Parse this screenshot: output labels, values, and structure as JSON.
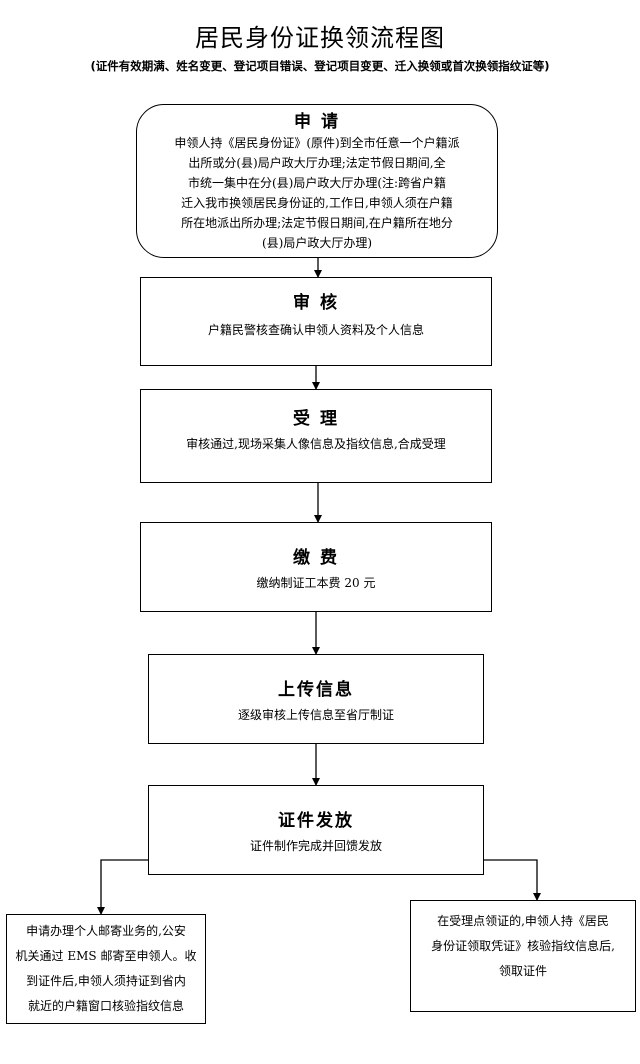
{
  "title": "居民身份证换领流程图",
  "subtitle": "(证件有效期满、姓名变更、登记项目错误、登记项目变更、迁入换领或首次换领指纹证等)",
  "steps": {
    "apply": {
      "title": "申 请",
      "lines": [
        "申领人持《居民身份证》(原件)到全市任意一个户籍派",
        "出所或分(县)局户政大厅办理;法定节假日期间,全",
        "市统一集中在分(县)局户政大厅办理(注:跨省户籍",
        "迁入我市换领居民身份证的,工作日,申领人须在户籍",
        "所在地派出所办理;法定节假日期间,在户籍所在地分",
        "(县)局户政大厅办理)"
      ]
    },
    "review": {
      "title": "审 核",
      "body": "户籍民警核查确认申领人资料及个人信息"
    },
    "accept": {
      "title": "受 理",
      "body": "审核通过,现场采集人像信息及指纹信息,合成受理"
    },
    "pay": {
      "title": "缴 费",
      "body": "缴纳制证工本费 20 元"
    },
    "upload": {
      "title": "上传信息",
      "body": "逐级审核上传信息至省厅制证"
    },
    "issue": {
      "title": "证件发放",
      "body": "证件制作完成并回馈发放"
    }
  },
  "branches": {
    "mail": {
      "lines": [
        "申请办理个人邮寄业务的,公安",
        "机关通过 EMS 邮寄至申领人。收",
        "到证件后,申领人须持证到省内",
        "就近的户籍窗口核验指纹信息"
      ]
    },
    "pickup": {
      "lines": [
        "在受理点领证的,申领人持《居民",
        "身份证领取凭证》核验指纹信息后,",
        "领取证件"
      ]
    }
  }
}
